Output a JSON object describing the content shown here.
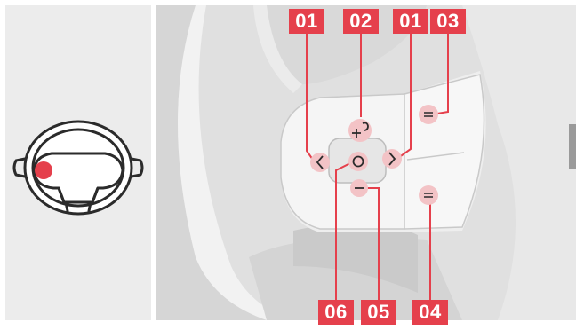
{
  "callouts": {
    "c01_left": "01",
    "c02": "02",
    "c01_right": "01",
    "c03": "03",
    "c06": "06",
    "c05": "05",
    "c04": "04"
  },
  "buttons": [
    {
      "id": "01",
      "function": "left",
      "icon": "chevron-left-icon"
    },
    {
      "id": "01",
      "function": "right",
      "icon": "chevron-right-icon"
    },
    {
      "id": "02",
      "function": "plus-undo",
      "icon": "plus-undo-icon"
    },
    {
      "id": "03",
      "function": "menu-upper",
      "icon": "equals-icon"
    },
    {
      "id": "04",
      "function": "menu-lower",
      "icon": "equals-icon"
    },
    {
      "id": "05",
      "function": "minus",
      "icon": "minus-icon"
    },
    {
      "id": "06",
      "function": "center-select",
      "icon": "circle-icon"
    }
  ],
  "colors": {
    "accent": "#e5404c",
    "button_fill": "#f3c3c6",
    "panel_bg": "#ececec",
    "photo_bg": "#e3e3e3",
    "outline": "#2b2b2b"
  }
}
